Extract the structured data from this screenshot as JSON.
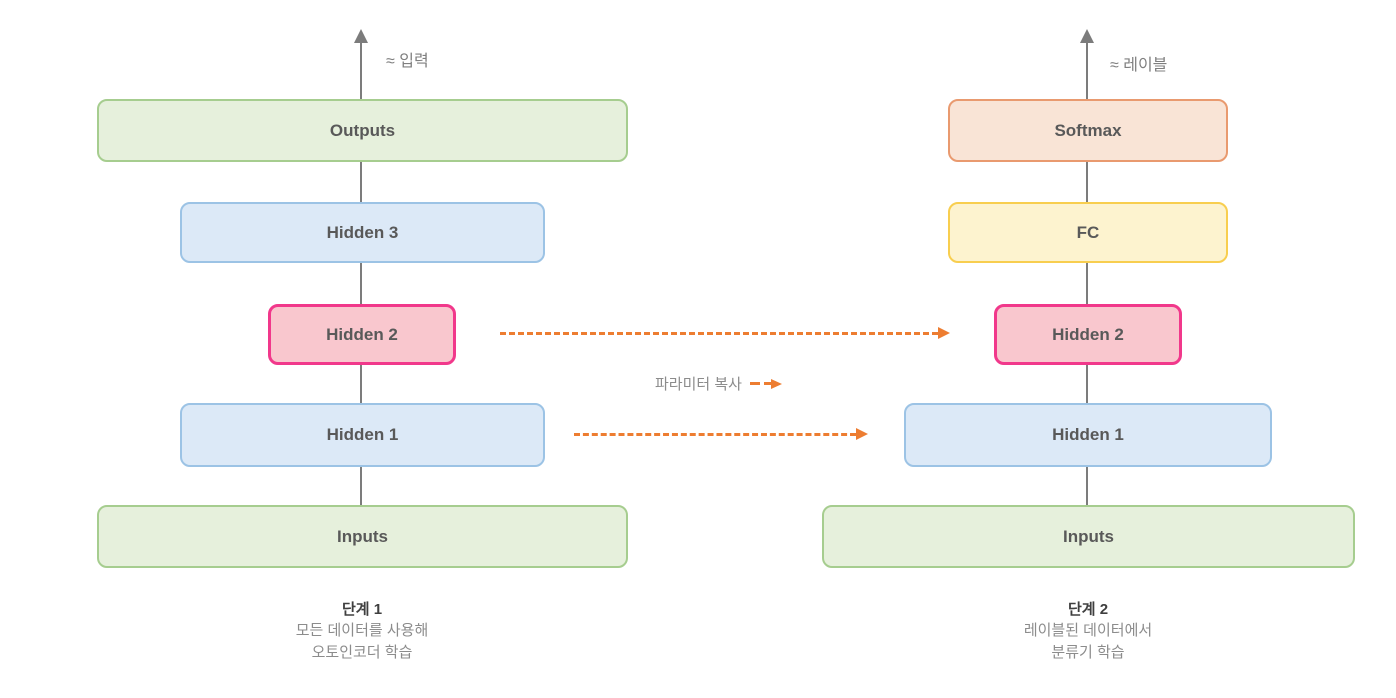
{
  "diagram": {
    "stage1": {
      "top_label": "≈ 입력",
      "boxes": [
        "Outputs",
        "Hidden 3",
        "Hidden 2",
        "Hidden 1",
        "Inputs"
      ],
      "caption_title": "단계 1",
      "caption_line1": "모든 데이터를 사용해",
      "caption_line2": "오토인코더 학습"
    },
    "stage2": {
      "top_label": "≈ 레이블",
      "boxes": [
        "Softmax",
        "FC",
        "Hidden 2",
        "Hidden 1",
        "Inputs"
      ],
      "caption_title": "단계 2",
      "caption_line1": "레이블된 데이터에서",
      "caption_line2": "분류기 학습"
    },
    "copy_label": "파라미터 복사",
    "colors": {
      "green_fill": "#e6f0dc",
      "green_border": "#a6cd8f",
      "blue_fill": "#dce9f7",
      "blue_border": "#9cc3e5",
      "pink_fill": "#f9c7ce",
      "pink_border": "#f1388b",
      "yellow_fill": "#fdf3cf",
      "yellow_border": "#f8ce4f",
      "peach_fill": "#f9e4d6",
      "peach_border": "#e99a6f",
      "copy_arrow": "#ed7d31",
      "connector_line": "#7c7c7c",
      "box_text": "#595959",
      "caption_text": "#8c8c8c"
    }
  }
}
